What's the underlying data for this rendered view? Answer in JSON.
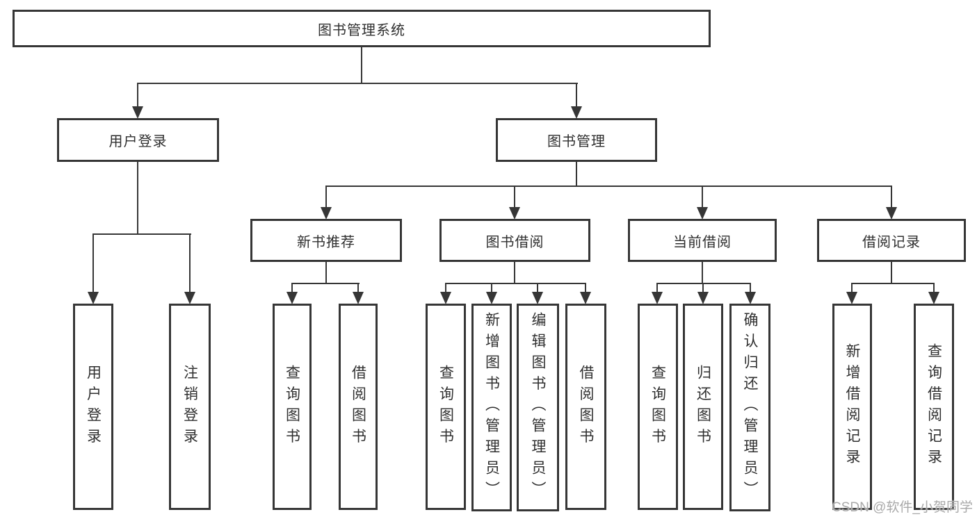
{
  "diagram": {
    "type": "hierarchy-tree",
    "colors": {
      "background": "#ffffff",
      "box_border": "#363636",
      "connector_line": "#363636",
      "text": "#2f2f2f",
      "watermark": "#a9a9a9"
    },
    "tree": {
      "label": "图书管理系统",
      "children": [
        {
          "label": "用户登录",
          "children": [
            {
              "label": "用户登录"
            },
            {
              "label": "注销登录"
            }
          ]
        },
        {
          "label": "图书管理",
          "children": [
            {
              "label": "新书推荐",
              "children": [
                {
                  "label": "查询图书"
                },
                {
                  "label": "借阅图书"
                }
              ]
            },
            {
              "label": "图书借阅",
              "children": [
                {
                  "label": "查询图书"
                },
                {
                  "label": "新增图书（管理员）"
                },
                {
                  "label": "编辑图书（管理员）"
                },
                {
                  "label": "借阅图书"
                }
              ]
            },
            {
              "label": "当前借阅",
              "children": [
                {
                  "label": "查询图书"
                },
                {
                  "label": "归还图书"
                },
                {
                  "label": "确认归还（管理员）"
                }
              ]
            },
            {
              "label": "借阅记录",
              "children": [
                {
                  "label": "新增借阅记录"
                },
                {
                  "label": "查询借阅记录"
                }
              ]
            }
          ]
        }
      ]
    },
    "watermark": {
      "text": "CSDN @软件_小贺同学"
    }
  }
}
